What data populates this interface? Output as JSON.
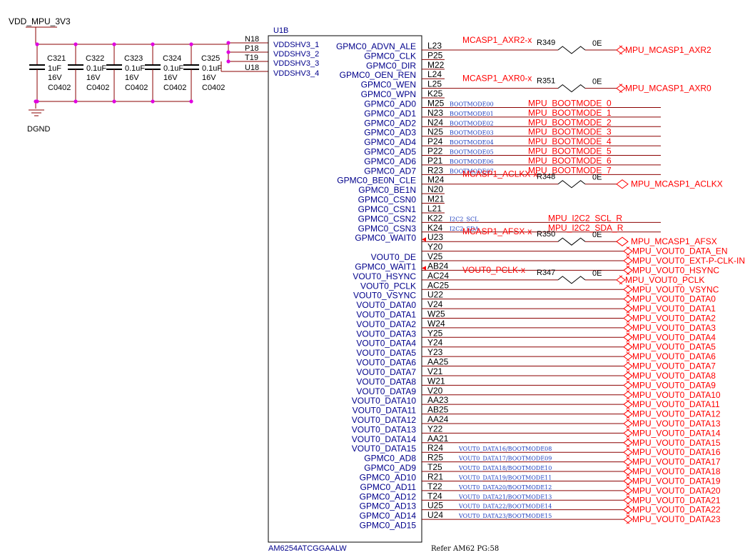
{
  "power_net": "VDD_MPU_3V3",
  "ground_net": "DGND",
  "capacitors": [
    {
      "ref": "C321",
      "value": "1uF",
      "volt": "16V",
      "pkg": "C0402"
    },
    {
      "ref": "C322",
      "value": "0.1uF",
      "volt": "16V",
      "pkg": "C0402"
    },
    {
      "ref": "C323",
      "value": "0.1uF",
      "volt": "16V",
      "pkg": "C0402"
    },
    {
      "ref": "C324",
      "value": "0.1uF",
      "volt": "16V",
      "pkg": "C0402"
    },
    {
      "ref": "C325",
      "value": "0.1uF",
      "volt": "16V",
      "pkg": "C0402"
    }
  ],
  "ic": {
    "ref": "U1B",
    "part": "AM6254ATCGGAALW"
  },
  "supply_pins": [
    {
      "num": "N18",
      "name": "VDDSHV3_1"
    },
    {
      "num": "P18",
      "name": "VDDSHV3_2"
    },
    {
      "num": "T19",
      "name": "VDDSHV3_3"
    },
    {
      "num": "U18",
      "name": "VDDSHV3_4"
    }
  ],
  "pins": [
    {
      "name": "GPMC0_ADVN_ALE",
      "num": "L23",
      "local": "MCASP1_AXR2-x",
      "res": "R349",
      "rval": "0E",
      "port": "MPU_MCASP1_AXR2",
      "port_style": "bidir",
      "port_color": "red"
    },
    {
      "name": "GPMC0_CLK",
      "num": "P25"
    },
    {
      "name": "GPMC0_DIR",
      "num": "M22"
    },
    {
      "name": "GPMC0_OEN_REN",
      "num": "L24"
    },
    {
      "name": "GPMC0_WEN",
      "num": "L25",
      "local": "MCASP1_AXR0-x",
      "res": "R351",
      "rval": "0E",
      "port": "MPU_MCASP1_AXR0",
      "port_style": "bidir",
      "port_color": "red"
    },
    {
      "name": "GPMC0_WPN",
      "num": "K25"
    },
    {
      "name": "GPMC0_AD0",
      "num": "M25",
      "tiny": "BOOTMODE00",
      "label": "MPU_BOOTMODE_0"
    },
    {
      "name": "GPMC0_AD1",
      "num": "N23",
      "tiny": "BOOTMODE01",
      "label": "MPU_BOOTMODE_1"
    },
    {
      "name": "GPMC0_AD2",
      "num": "N24",
      "tiny": "BOOTMODE02",
      "label": "MPU_BOOTMODE_2"
    },
    {
      "name": "GPMC0_AD3",
      "num": "N25",
      "tiny": "BOOTMODE03",
      "label": "MPU_BOOTMODE_3"
    },
    {
      "name": "GPMC0_AD4",
      "num": "P24",
      "tiny": "BOOTMODE04",
      "label": "MPU_BOOTMODE_4"
    },
    {
      "name": "GPMC0_AD5",
      "num": "P22",
      "tiny": "BOOTMODE05",
      "label": "MPU_BOOTMODE_5"
    },
    {
      "name": "GPMC0_AD6",
      "num": "P21",
      "tiny": "BOOTMODE06",
      "label": "MPU_BOOTMODE_6"
    },
    {
      "name": "GPMC0_AD7",
      "num": "R23",
      "tiny": "BOOTMODE07",
      "label": "MPU_BOOTMODE_7"
    },
    {
      "name": "GPMC0_BE0N_CLE",
      "num": "M24",
      "local": "MCASP1_ACLKX-x",
      "res": "R348",
      "rval": "0E",
      "port": "MPU_MCASP1_ACLKX",
      "port_style": "diamond",
      "port_color": "red"
    },
    {
      "name": "GPMC0_BE1N",
      "num": "N20"
    },
    {
      "name": "GPMC0_CSN0",
      "num": "M21"
    },
    {
      "name": "GPMC0_CSN1",
      "num": "L21"
    },
    {
      "name": "GPMC0_CSN2",
      "num": "K22",
      "tiny": "I2C2_SCL",
      "label": "MPU_I2C2_SCL_R"
    },
    {
      "name": "GPMC0_CSN3",
      "num": "K24",
      "tiny": "I2C2_SDA",
      "label": "MPU_I2C2_SDA_R"
    },
    {
      "name": "GPMC0_WAIT0",
      "num": "U23",
      "local": "MCASP1_AFSX-x",
      "res": "R350",
      "rval": "0E",
      "port": "MPU_MCASP1_AFSX",
      "port_style": "diamond",
      "port_color": "red",
      "arrow": true
    },
    {
      "name": "",
      "num": "Y20",
      "port": "MPU_VOUT0_DATA_EN",
      "port_style": "bidir",
      "port_color": "red"
    },
    {
      "name": "VOUT0_DE",
      "num": "V25",
      "port": "MPU_VOUT0_EXT-P-CLK-IN",
      "port_style": "bidir",
      "port_color": "red"
    },
    {
      "name": "GPMC0_WAIT1",
      "num": "AB24",
      "port": "MPU_VOUT0_HSYNC",
      "port_style": "bidir",
      "port_color": "red",
      "arrow": true
    },
    {
      "name": "VOUT0_HSYNC",
      "num": "AC24",
      "local": "VOUT0_PCLK-x",
      "res": "R347",
      "rval": "0E",
      "port": "MPU_VOUT0_PCLK",
      "port_style": "bidir",
      "port_color": "red"
    },
    {
      "name": "VOUT0_PCLK",
      "num": "AC25",
      "port": "MPU_VOUT0_VSYNC",
      "port_style": "bidir",
      "port_color": "red"
    },
    {
      "name": "VOUT0_VSYNC",
      "num": "U22",
      "port": "MPU_VOUT0_DATA0",
      "port_style": "bidir",
      "port_color": "red"
    },
    {
      "name": "VOUT0_DATA0",
      "num": "V24",
      "port": "MPU_VOUT0_DATA1",
      "port_style": "bidir",
      "port_color": "red"
    },
    {
      "name": "VOUT0_DATA1",
      "num": "W25",
      "port": "MPU_VOUT0_DATA2",
      "port_style": "bidir",
      "port_color": "red"
    },
    {
      "name": "VOUT0_DATA2",
      "num": "W24",
      "port": "MPU_VOUT0_DATA3",
      "port_style": "bidir",
      "port_color": "red"
    },
    {
      "name": "VOUT0_DATA3",
      "num": "Y25",
      "port": "MPU_VOUT0_DATA4",
      "port_style": "bidir",
      "port_color": "red"
    },
    {
      "name": "VOUT0_DATA4",
      "num": "Y24",
      "port": "MPU_VOUT0_DATA5",
      "port_style": "bidir",
      "port_color": "red"
    },
    {
      "name": "VOUT0_DATA5",
      "num": "Y23",
      "port": "MPU_VOUT0_DATA6",
      "port_style": "bidir",
      "port_color": "red"
    },
    {
      "name": "VOUT0_DATA6",
      "num": "AA25",
      "port": "MPU_VOUT0_DATA7",
      "port_style": "bidir",
      "port_color": "red"
    },
    {
      "name": "VOUT0_DATA7",
      "num": "V21",
      "port": "MPU_VOUT0_DATA8",
      "port_style": "bidir",
      "port_color": "red"
    },
    {
      "name": "VOUT0_DATA8",
      "num": "W21",
      "port": "MPU_VOUT0_DATA9",
      "port_style": "bidir",
      "port_color": "red"
    },
    {
      "name": "VOUT0_DATA9",
      "num": "V20",
      "port": "MPU_VOUT0_DATA10",
      "port_style": "bidir",
      "port_color": "red"
    },
    {
      "name": "VOUT0_DATA10",
      "num": "AA23",
      "port": "MPU_VOUT0_DATA11",
      "port_style": "bidir",
      "port_color": "red"
    },
    {
      "name": "VOUT0_DATA11",
      "num": "AB25",
      "port": "MPU_VOUT0_DATA12",
      "port_style": "bidir",
      "port_color": "red"
    },
    {
      "name": "VOUT0_DATA12",
      "num": "AA24",
      "port": "MPU_VOUT0_DATA13",
      "port_style": "bidir",
      "port_color": "red"
    },
    {
      "name": "VOUT0_DATA13",
      "num": "Y22",
      "port": "MPU_VOUT0_DATA14",
      "port_style": "bidir",
      "port_color": "red"
    },
    {
      "name": "VOUT0_DATA14",
      "num": "AA21",
      "port": "MPU_VOUT0_DATA15",
      "port_style": "bidir",
      "port_color": "red"
    },
    {
      "name": "VOUT0_DATA15",
      "num": "R24",
      "tiny": "VOUT0_DATA16/BOOTMODE08",
      "port": "MPU_VOUT0_DATA16",
      "port_style": "bidir",
      "port_color": "red"
    },
    {
      "name": "GPMC0_AD8",
      "num": "R25",
      "tiny": "VOUT0_DATA17/BOOTMODE09",
      "port": "MPU_VOUT0_DATA17",
      "port_style": "bidir",
      "port_color": "red"
    },
    {
      "name": "GPMC0_AD9",
      "num": "T25",
      "tiny": "VOUT0_DATA18/BOOTMODE10",
      "port": "MPU_VOUT0_DATA18",
      "port_style": "bidir",
      "port_color": "red"
    },
    {
      "name": "GPMC0_AD10",
      "num": "R21",
      "tiny": "VOUT0_DATA19/BOOTMODE11",
      "port": "MPU_VOUT0_DATA19",
      "port_style": "bidir",
      "port_color": "red"
    },
    {
      "name": "GPMC0_AD11",
      "num": "T22",
      "tiny": "VOUT0_DATA20/BOOTMODE12",
      "port": "MPU_VOUT0_DATA20",
      "port_style": "bidir",
      "port_color": "red"
    },
    {
      "name": "GPMC0_AD12",
      "num": "T24",
      "tiny": "VOUT0_DATA21/BOOTMODE13",
      "port": "MPU_VOUT0_DATA21",
      "port_style": "bidir",
      "port_color": "red"
    },
    {
      "name": "GPMC0_AD13",
      "num": "U25",
      "tiny": "VOUT0_DATA22/BOOTMODE14",
      "port": "MPU_VOUT0_DATA22",
      "port_style": "bidir",
      "port_color": "red"
    },
    {
      "name": "GPMC0_AD14",
      "num": "U24",
      "tiny": "VOUT0_DATA23/BOOTMODE15",
      "port": "MPU_VOUT0_DATA23",
      "port_style": "bidir",
      "port_color": "red"
    },
    {
      "name": "GPMC0_AD15",
      "num": ""
    }
  ],
  "footer_note": "Refer AM62 PG:58",
  "colors": {
    "wire": "#8b0000",
    "net_label": "#ff0000",
    "pin_name": "#00008b",
    "tiny_label": "#1f3fbf",
    "junction": "#e000e0",
    "body": "#000000",
    "text": "#000000"
  }
}
